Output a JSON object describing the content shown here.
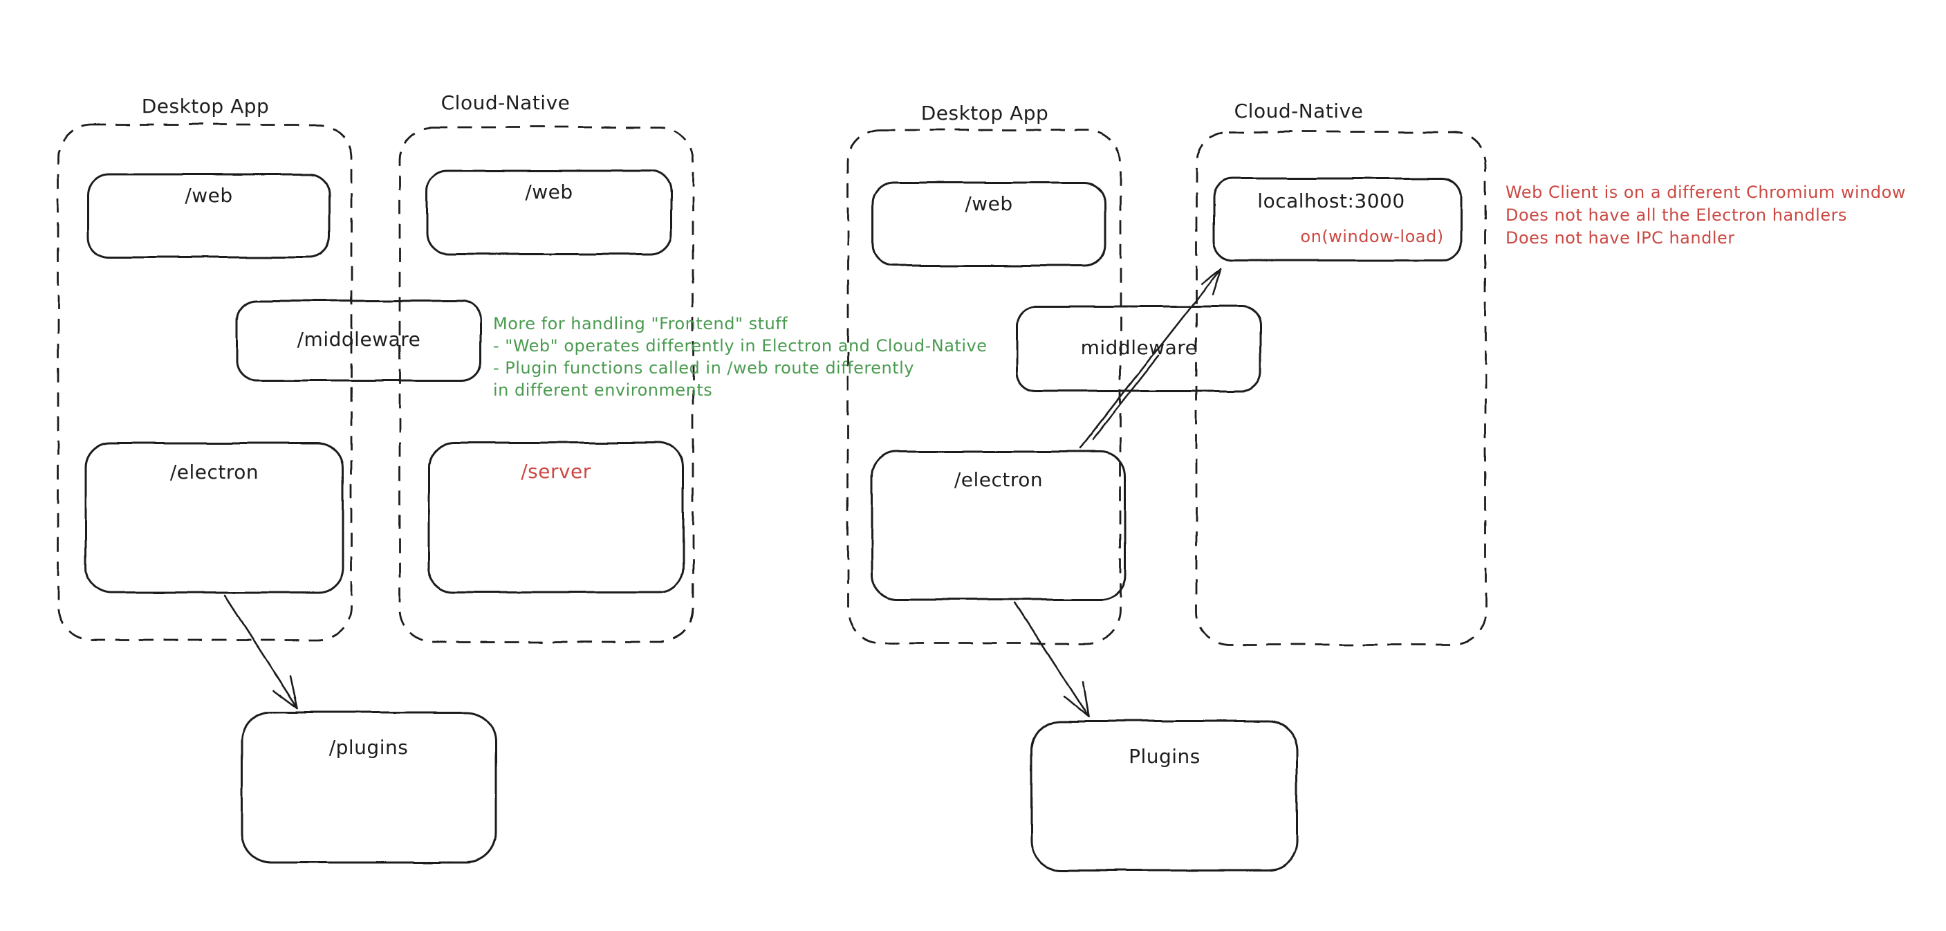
{
  "colors": {
    "ink": "#1e1e1e",
    "green_annotation": "#4a9b50",
    "red_annotation": "#cb4842",
    "background": "#ffffff"
  },
  "left_diagram": {
    "desktop_container_label": "Desktop App",
    "cloud_container_label": "Cloud-Native",
    "desktop_web_box": "/web",
    "cloud_web_box": "/web",
    "middleware_box": "/middleware",
    "electron_box": "/electron",
    "server_box": "/server",
    "plugins_box": "/plugins",
    "green_note_line1": "More for handling \"Frontend\" stuff",
    "green_note_line2": "- \"Web\" operates differently in Electron and Cloud-Native",
    "green_note_line3": "- Plugin functions called in /web route differently",
    "green_note_line4": "in different environments"
  },
  "right_diagram": {
    "desktop_container_label": "Desktop App",
    "cloud_container_label": "Cloud-Native",
    "desktop_web_box": "/web",
    "localhost_box": "localhost:3000",
    "localhost_sub_label": "on(window-load)",
    "middleware_box": "middleware",
    "electron_box": "/electron",
    "plugins_box": "Plugins",
    "red_note_line1": "Web Client is on a different Chromium window",
    "red_note_line2": "Does not have all the Electron handlers",
    "red_note_line3": "Does not have IPC handler"
  }
}
